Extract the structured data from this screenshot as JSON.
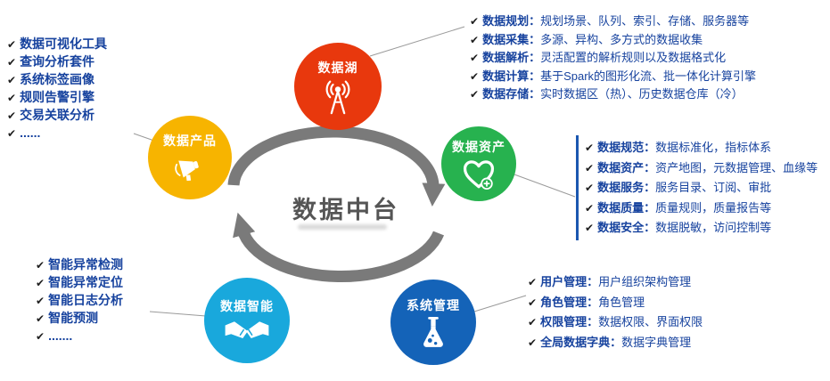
{
  "check": "✔",
  "center": {
    "title": "数据中台"
  },
  "colors": {
    "lake": "#e8380d",
    "product": "#f7b400",
    "asset": "#27b24f",
    "intelligence": "#19a8dc",
    "system": "#1463b8",
    "arrow": "#7a7a7a",
    "text_blue": "#16429e"
  },
  "nodes": {
    "lake": {
      "label": "数据湖"
    },
    "product": {
      "label": "数据产品"
    },
    "asset": {
      "label": "数据资产"
    },
    "intelligence": {
      "label": "数据智能"
    },
    "system": {
      "label": "系统管理"
    }
  },
  "lists": {
    "product": {
      "items": [
        "数据可视化工具",
        "查询分析套件",
        "系统标签画像",
        "规则告警引擎",
        "交易关联分析",
        "......"
      ]
    },
    "lake": {
      "items": [
        {
          "t": "数据规划：",
          "d": "规划场景、队列、索引、存储、服务器等"
        },
        {
          "t": "数据采集：",
          "d": "多源、异构、多方式的数据收集"
        },
        {
          "t": "数据解析：",
          "d": "灵活配置的解析规则以及数据格式化"
        },
        {
          "t": "数据计算：",
          "d": "基于Spark的图形化流、批一体化计算引擎"
        },
        {
          "t": "数据存储：",
          "d": "实时数据区（热）、历史数据仓库（冷）"
        }
      ]
    },
    "asset": {
      "items": [
        {
          "t": "数据规范：",
          "d": "数据标准化，指标体系"
        },
        {
          "t": "数据资产：",
          "d": "资产地图，元数据管理、血缘等"
        },
        {
          "t": "数据服务：",
          "d": "服务目录、订阅、审批"
        },
        {
          "t": "数据质量：",
          "d": "质量规则，质量报告等"
        },
        {
          "t": "数据安全：",
          "d": "数据脱敏，访问控制等"
        }
      ]
    },
    "intelligence": {
      "items": [
        "智能异常检测",
        "智能异常定位",
        "智能日志分析",
        "智能预测",
        "......."
      ]
    },
    "system": {
      "items": [
        {
          "t": "用户管理：",
          "d": "用户组织架构管理"
        },
        {
          "t": "角色管理：",
          "d": "角色管理"
        },
        {
          "t": "权限管理：",
          "d": "数据权限、界面权限"
        },
        {
          "t": "全局数据字典：",
          "d": "数据字典管理"
        }
      ]
    }
  }
}
